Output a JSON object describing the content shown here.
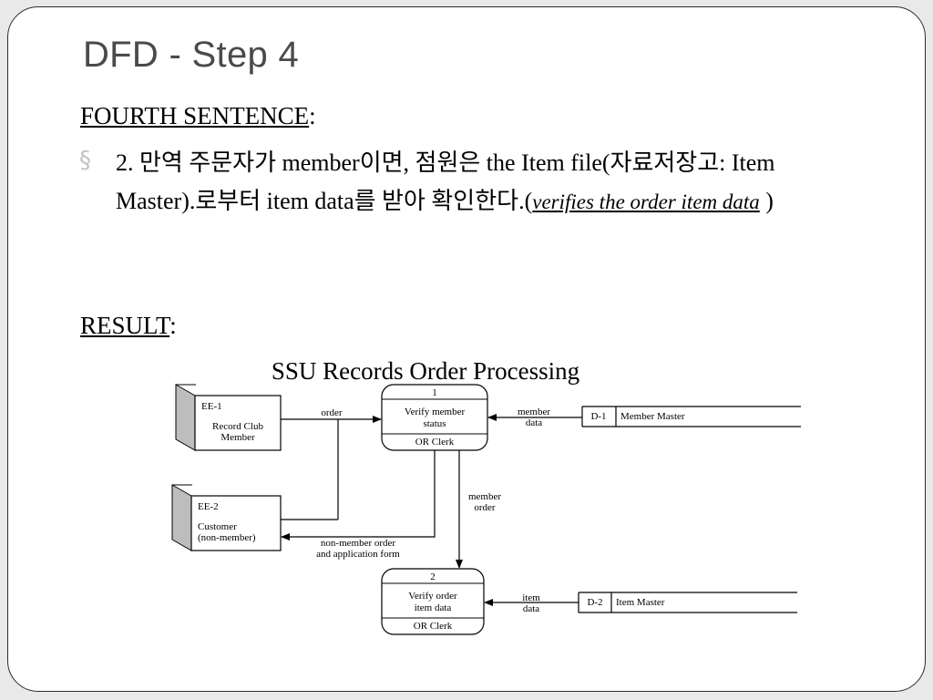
{
  "slide": {
    "title": "DFD - Step 4",
    "section1": {
      "label": "FOURTH SENTENCE",
      "suffix": ":"
    },
    "bullet": {
      "symbol": "§",
      "number": "2.",
      "text1": " 만역 주문자가 member이면, 점원은 the Item file(자료저장고: Item Master).로부터 item data를 받아 확인한다.(",
      "emphasis": "verifies the order item data",
      "text2": " )"
    },
    "section2": {
      "label": "RESULT",
      "suffix": ":"
    }
  },
  "diagram": {
    "title": "SSU Records Order Processing",
    "entities": {
      "ee1": {
        "id": "EE-1",
        "line1": "Record Club",
        "line2": "Member"
      },
      "ee2": {
        "id": "EE-2",
        "line1": "Customer",
        "line2": "(non-member)"
      }
    },
    "processes": {
      "p1": {
        "number": "1",
        "line1": "Verify member",
        "line2": "status",
        "actor": "OR Clerk"
      },
      "p2": {
        "number": "2",
        "line1": "Verify order",
        "line2": "item data",
        "actor": "OR Clerk"
      }
    },
    "stores": {
      "d1": {
        "id": "D-1",
        "name": "Member Master"
      },
      "d2": {
        "id": "D-2",
        "name": "Item Master"
      }
    },
    "flows": {
      "order": "order",
      "member_data": {
        "line1": "member",
        "line2": "data"
      },
      "member_order": {
        "line1": "member",
        "line2": "order"
      },
      "non_member": {
        "line1": "non-member order",
        "line2": "and application form"
      },
      "item_data": {
        "line1": "item",
        "line2": "data"
      }
    }
  }
}
